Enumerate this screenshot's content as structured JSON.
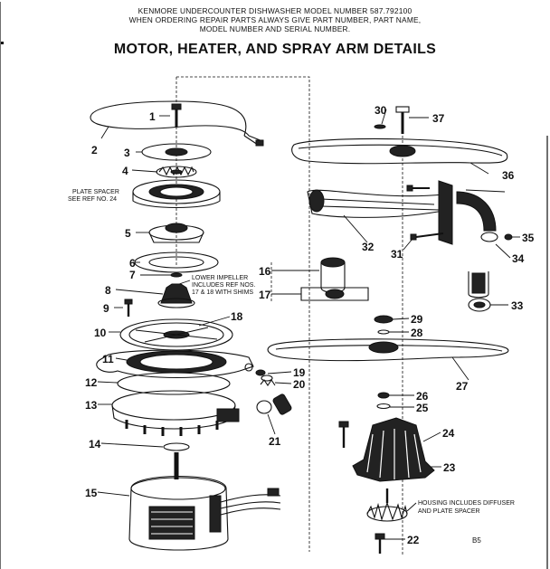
{
  "header": {
    "line1": "KENMORE UNDERCOUNTER DISHWASHER    MODEL NUMBER 587.792100",
    "line2": "WHEN ORDERING REPAIR PARTS ALWAYS GIVE PART NUMBER, PART NAME,",
    "line3": "MODEL NUMBER AND SERIAL NUMBER."
  },
  "title": "MOTOR, HEATER, AND SPRAY ARM DETAILS",
  "notes": {
    "plate_spacer_1": "PLATE SPACER",
    "plate_spacer_2": "SEE REF NO. 24",
    "impeller_1": "LOWER IMPELLER",
    "impeller_2": "INCLUDES REF NOS.",
    "impeller_3": "17 & 18 WITH SHIMS",
    "housing_1": "HOUSING INCLUDES DIFFUSER",
    "housing_2": "AND PLATE SPACER"
  },
  "page_code": "B5",
  "parts": [
    "1",
    "2",
    "3",
    "4",
    "5",
    "6",
    "7",
    "8",
    "9",
    "10",
    "11",
    "12",
    "13",
    "14",
    "15",
    "16",
    "17",
    "18",
    "19",
    "20",
    "21",
    "22",
    "23",
    "24",
    "25",
    "26",
    "27",
    "28",
    "29",
    "30",
    "31",
    "32",
    "33",
    "34",
    "35",
    "36",
    "37"
  ]
}
